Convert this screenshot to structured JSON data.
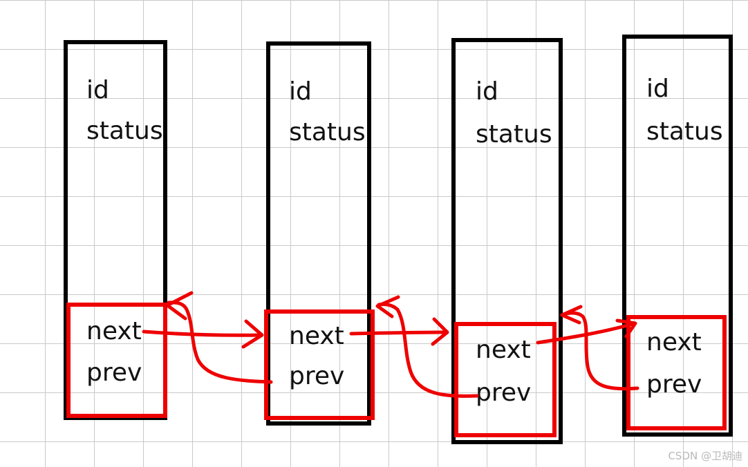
{
  "nodes": [
    {
      "id_label": "id",
      "status_label": "status",
      "next_label": "next",
      "prev_label": "prev"
    },
    {
      "id_label": "id",
      "status_label": "status",
      "next_label": "next",
      "prev_label": "prev"
    },
    {
      "id_label": "id",
      "status_label": "status",
      "next_label": "next",
      "prev_label": "prev"
    },
    {
      "id_label": "id",
      "status_label": "status",
      "next_label": "next",
      "prev_label": "prev"
    }
  ],
  "colors": {
    "node_border": "#000000",
    "pointer_color": "#ee0000",
    "grid": "#c9c9c9"
  },
  "watermark": "CSDN @卫胡迪"
}
